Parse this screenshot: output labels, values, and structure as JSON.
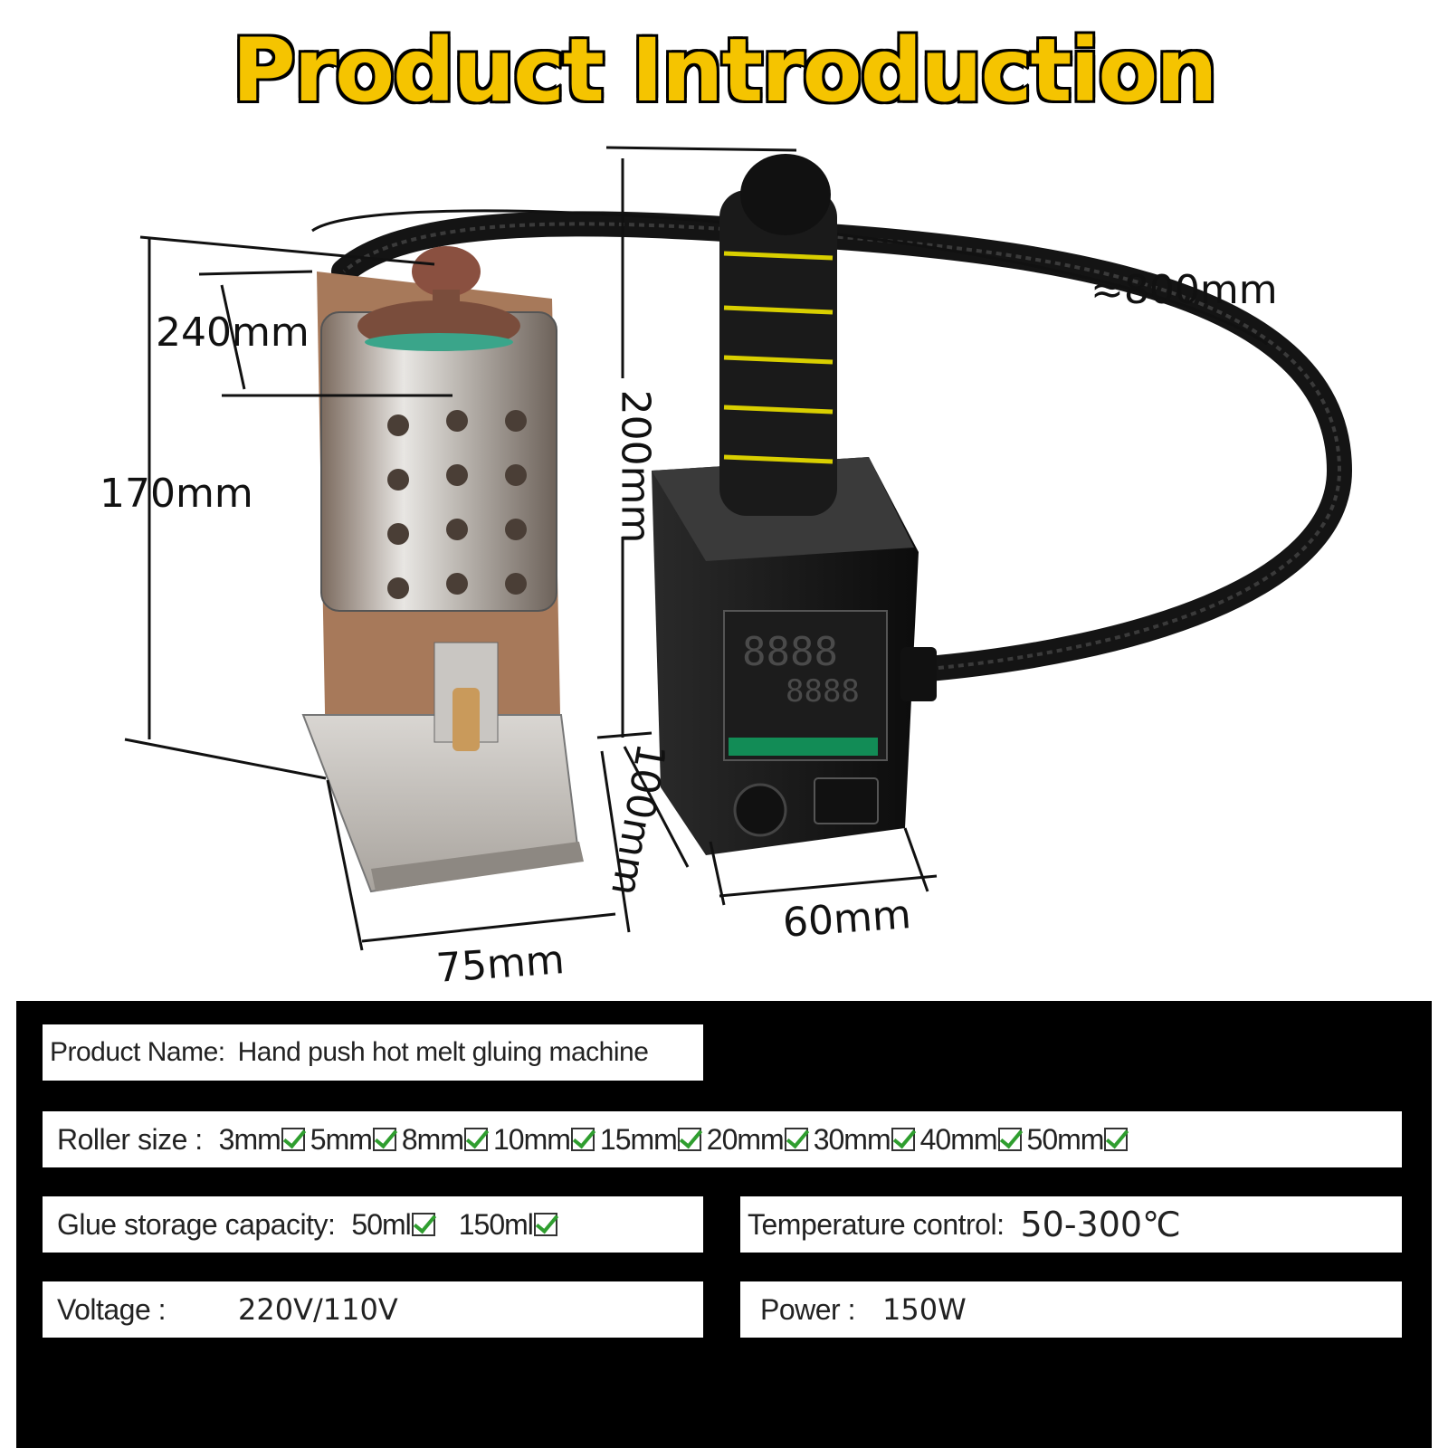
{
  "title": "Product Introduction",
  "dimensions": {
    "length_hose": "≈800mm",
    "width_left": "240mm",
    "height_left": "170mm",
    "height_handle": "200mm",
    "depth_box": "100mm",
    "width_box": "60mm",
    "width_base": "75mm"
  },
  "specs": {
    "product_name_label": "Product Name:",
    "product_name_value": "Hand push hot melt gluing machine",
    "roller_label": "Roller size :",
    "roller_sizes": [
      "3mm",
      "5mm",
      "8mm",
      "10mm",
      "15mm",
      "20mm",
      "30mm",
      "40mm",
      "50mm"
    ],
    "glue_label": "Glue storage capacity:",
    "glue_options": [
      "50ml",
      "150ml"
    ],
    "temp_label": "Temperature control:",
    "temp_value": "50-300℃",
    "voltage_label": "Voltage :",
    "voltage_value": "220V/110V",
    "power_label": "Power :",
    "power_value": "150W"
  },
  "colors": {
    "title_fill": "#f5c400",
    "check_green": "#2f9e2f",
    "foam_yellow": "#e6d800"
  }
}
